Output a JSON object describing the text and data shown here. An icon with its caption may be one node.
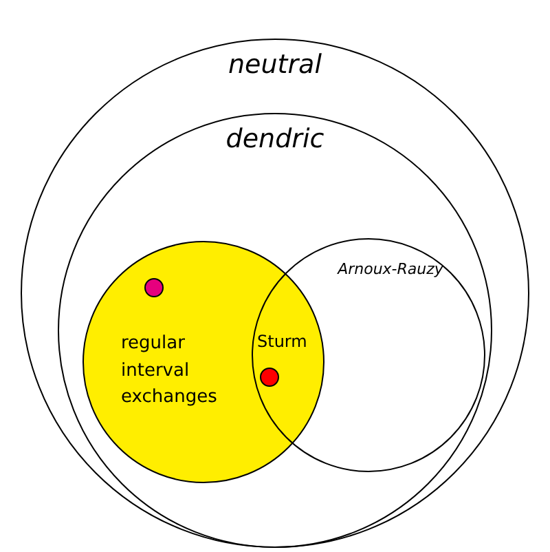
{
  "diagram": {
    "nodes": [
      {
        "text": [
          "neutral"
        ]
      },
      {
        "text": [
          "dendric"
        ],
        "in": 0
      },
      {
        "text": [
          "regular interval exchanges"
        ],
        "in": 1
      },
      {
        "text": [],
        "shape": "circle",
        "in": 2
      },
      {
        "text": [
          "Arnoux-Rauzy"
        ],
        "in": 1
      },
      {
        "text": [],
        "shape": "circle"
      }
    ],
    "edges": [],
    "labels": [
      "Sturm"
    ]
  }
}
